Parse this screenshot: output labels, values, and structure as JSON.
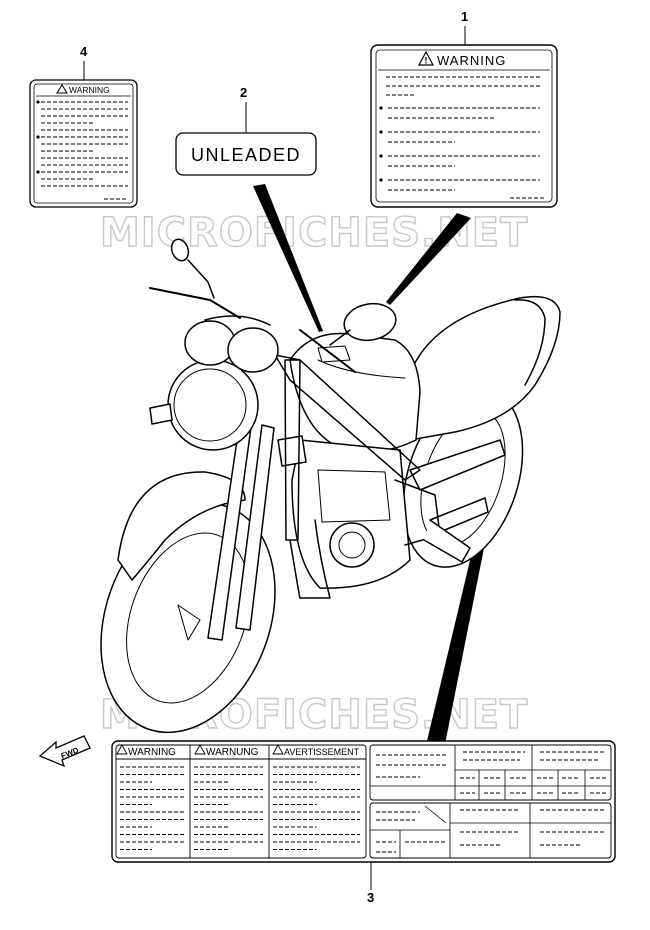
{
  "callouts": {
    "c1": "1",
    "c2": "2",
    "c3": "3",
    "c4": "4"
  },
  "labels": {
    "warning_label_1": {
      "title": "WARNING"
    },
    "unleaded_label_2": {
      "text": "UNLEADED"
    },
    "warning_label_4": {
      "title": "WARNING"
    },
    "multi_label_3": {
      "col_warning": "WARNING",
      "col_warnung": "WARNUNG",
      "col_avertissement": "AVERTISSEMENT"
    }
  },
  "fwd_marker": "FWD",
  "watermark": "MICROFICHES.NET",
  "colors": {
    "line": "#000000",
    "watermark": "#c8c8c8",
    "background": "#ffffff"
  }
}
